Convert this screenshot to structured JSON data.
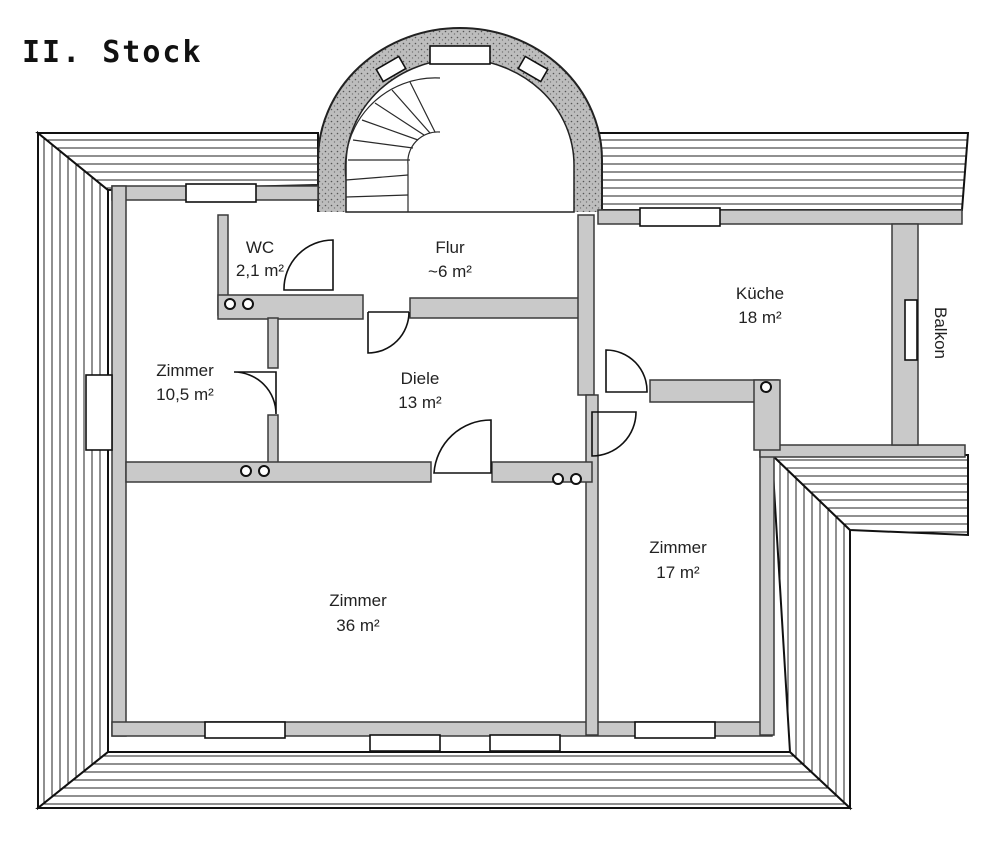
{
  "title": "II. Stock",
  "rooms": {
    "wc": {
      "name": "WC",
      "area": "2,1 m²"
    },
    "flur": {
      "name": "Flur",
      "area": "~6 m²"
    },
    "kueche": {
      "name": "Küche",
      "area": "18 m²"
    },
    "balkon": {
      "name": "Balkon"
    },
    "zimmer_small": {
      "name": "Zimmer",
      "area": "10,5 m²"
    },
    "diele": {
      "name": "Diele",
      "area": "13 m²"
    },
    "zimmer_right": {
      "name": "Zimmer",
      "area": "17 m²"
    },
    "zimmer_large": {
      "name": "Zimmer",
      "area": "36 m²"
    }
  }
}
